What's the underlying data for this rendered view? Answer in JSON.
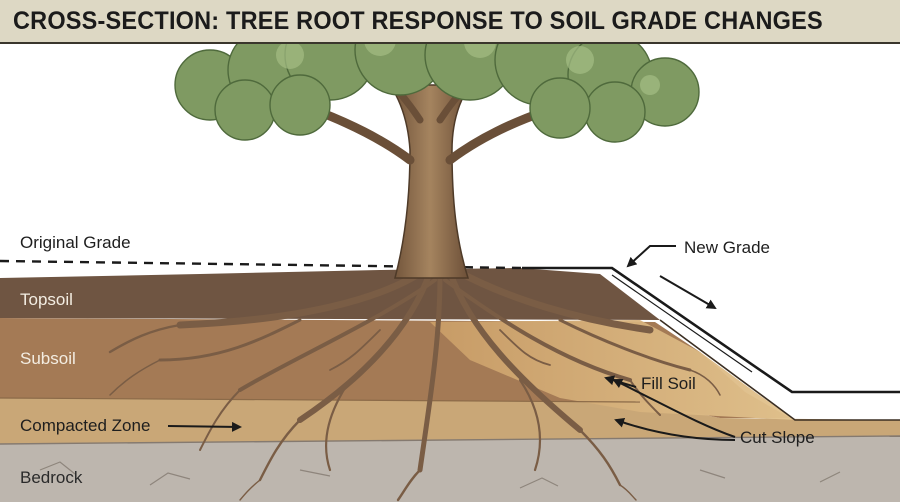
{
  "title": "CROSS-SECTION: TREE ROOT RESPONSE TO SOIL GRADE CHANGES",
  "labels": {
    "original_grade": "Original Grade",
    "new_grade": "New Grade",
    "topsoil": "Topsoil",
    "subsoil": "Subsoil",
    "fill_soil": "Fill Soil",
    "compacted_zone": "Compacted Zone",
    "cut_slope": "Cut Slope",
    "bedrock": "Bedrock"
  },
  "colors": {
    "title_bar": "#ddd8c4",
    "canopy": "#7f9a62",
    "trunk": "#8a6a4a",
    "topsoil": "#6f5542",
    "subsoil": "#a47a55",
    "fill_soil": "#d8b47e",
    "compacted_zone": "#c9a777",
    "bedrock": "#bdb6ae",
    "roots": "#7a5d45"
  }
}
